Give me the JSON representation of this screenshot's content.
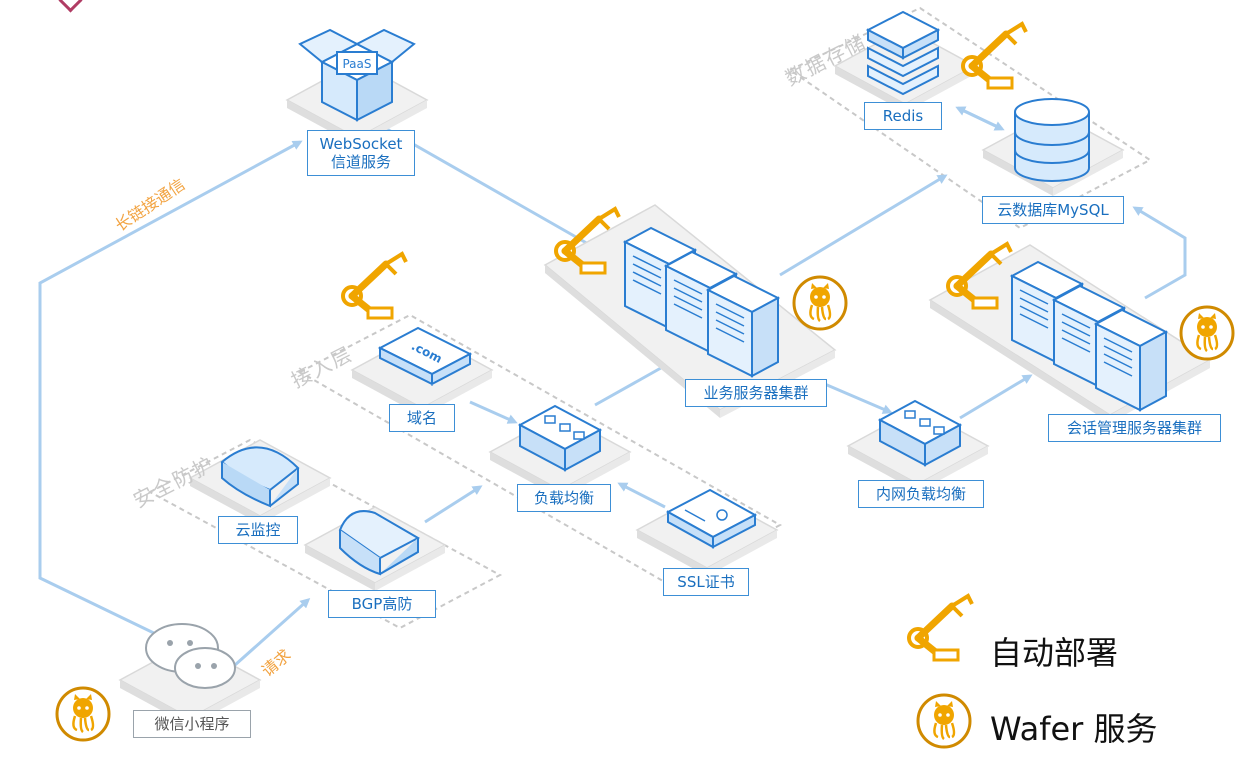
{
  "nodes": {
    "paas_icon": "PaaS",
    "websocket": [
      "WebSocket",
      "信道服务"
    ],
    "redis": "Redis",
    "mysql": "云数据库MySQL",
    "dot_com_icon": ".com",
    "domain": "域名",
    "lb": "负载均衡",
    "biz_cluster": "业务服务器集群",
    "inner_lb": "内网负载均衡",
    "session_cluster": "会话管理服务器集群",
    "cloud_monitor": "云监控",
    "bgp": "BGP高防",
    "ssl": "SSL证书",
    "miniprogram": "微信小程序"
  },
  "zones": {
    "storage": "数据存储",
    "access": "接入层",
    "security": "安全防护"
  },
  "edges": {
    "long_conn": "长链接通信",
    "request": "请求"
  },
  "legend": {
    "auto_deploy": "自动部署",
    "wafer": "Wafer 服务"
  },
  "colors": {
    "accent": "#3d8fd6",
    "arrow": "#a9cdee",
    "gold": "#f0a500",
    "zone_border": "#c8c8c8"
  }
}
